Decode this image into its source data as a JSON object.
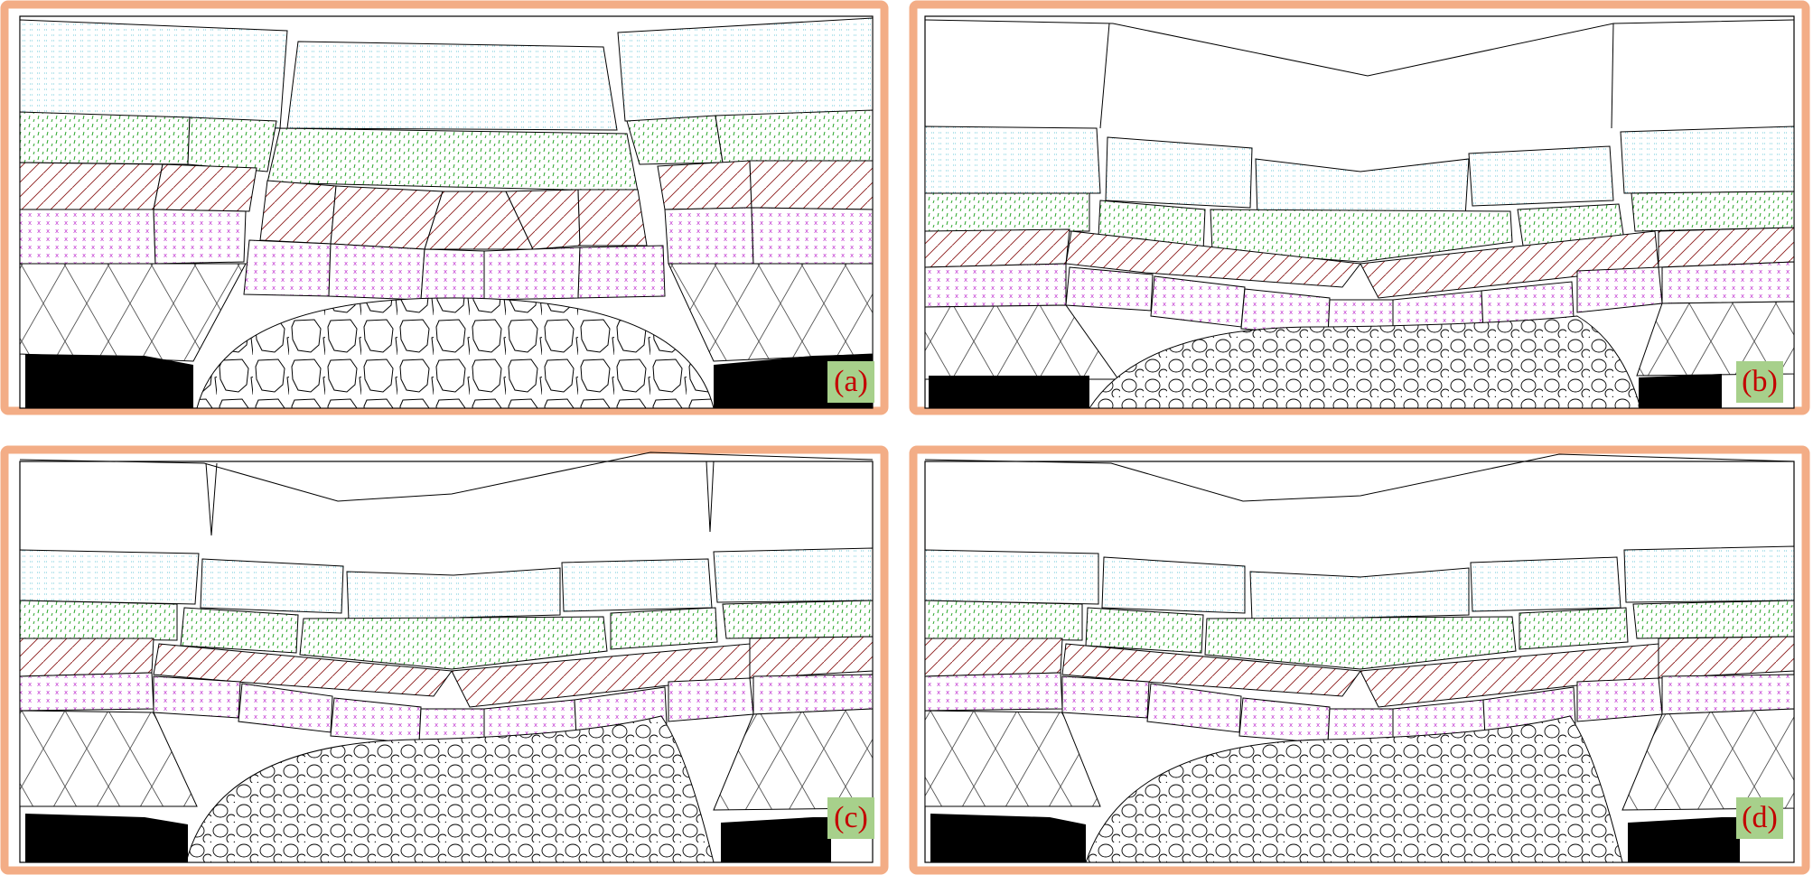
{
  "figure": {
    "colors": {
      "frame": "#f3ad86",
      "label_bg": "#a7d08b",
      "label_text": "#c40000",
      "dotted_cyan": "#6cc9d8",
      "green_dashes": "#2fa82f",
      "red_hatch": "#8b1a1a",
      "magenta_cross": "#c02fd0",
      "line": "#000000",
      "coal": "#000000"
    },
    "panels": [
      {
        "id": "a",
        "label": "(a)"
      },
      {
        "id": "b",
        "label": "(b)"
      },
      {
        "id": "c",
        "label": "(c)"
      },
      {
        "id": "d",
        "label": "(d)"
      }
    ]
  }
}
